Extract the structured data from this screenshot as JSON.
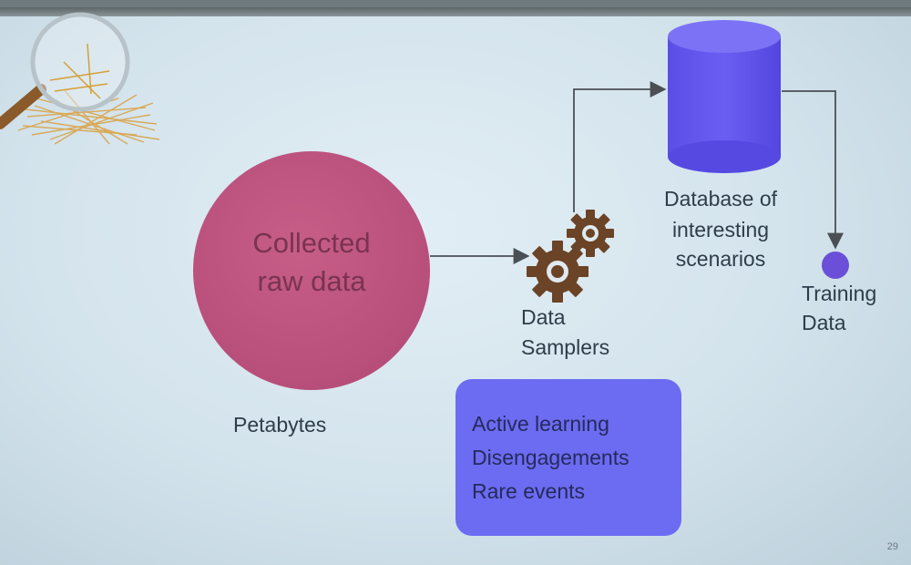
{
  "raw_data": {
    "line1": "Collected",
    "line2": "raw data",
    "caption": "Petabytes"
  },
  "samplers": {
    "line1": "Data",
    "line2": "Samplers"
  },
  "database": {
    "line1": "Database of",
    "line2": "interesting",
    "line3": "scenarios"
  },
  "training": {
    "line1": "Training",
    "line2": "Data"
  },
  "methods": [
    "Active learning",
    "Disengagements",
    "Rare events"
  ],
  "page_number": "29",
  "icons": [
    "magnifier-haystack-icon",
    "gears-icon",
    "database-cylinder-icon"
  ],
  "colors": {
    "raw_data_circle": "#b84f7b",
    "database": "#5a4de6",
    "methods_box": "#6b6cf2",
    "training_dot": "#6b4fd9",
    "arrows": "#4a4f55"
  }
}
